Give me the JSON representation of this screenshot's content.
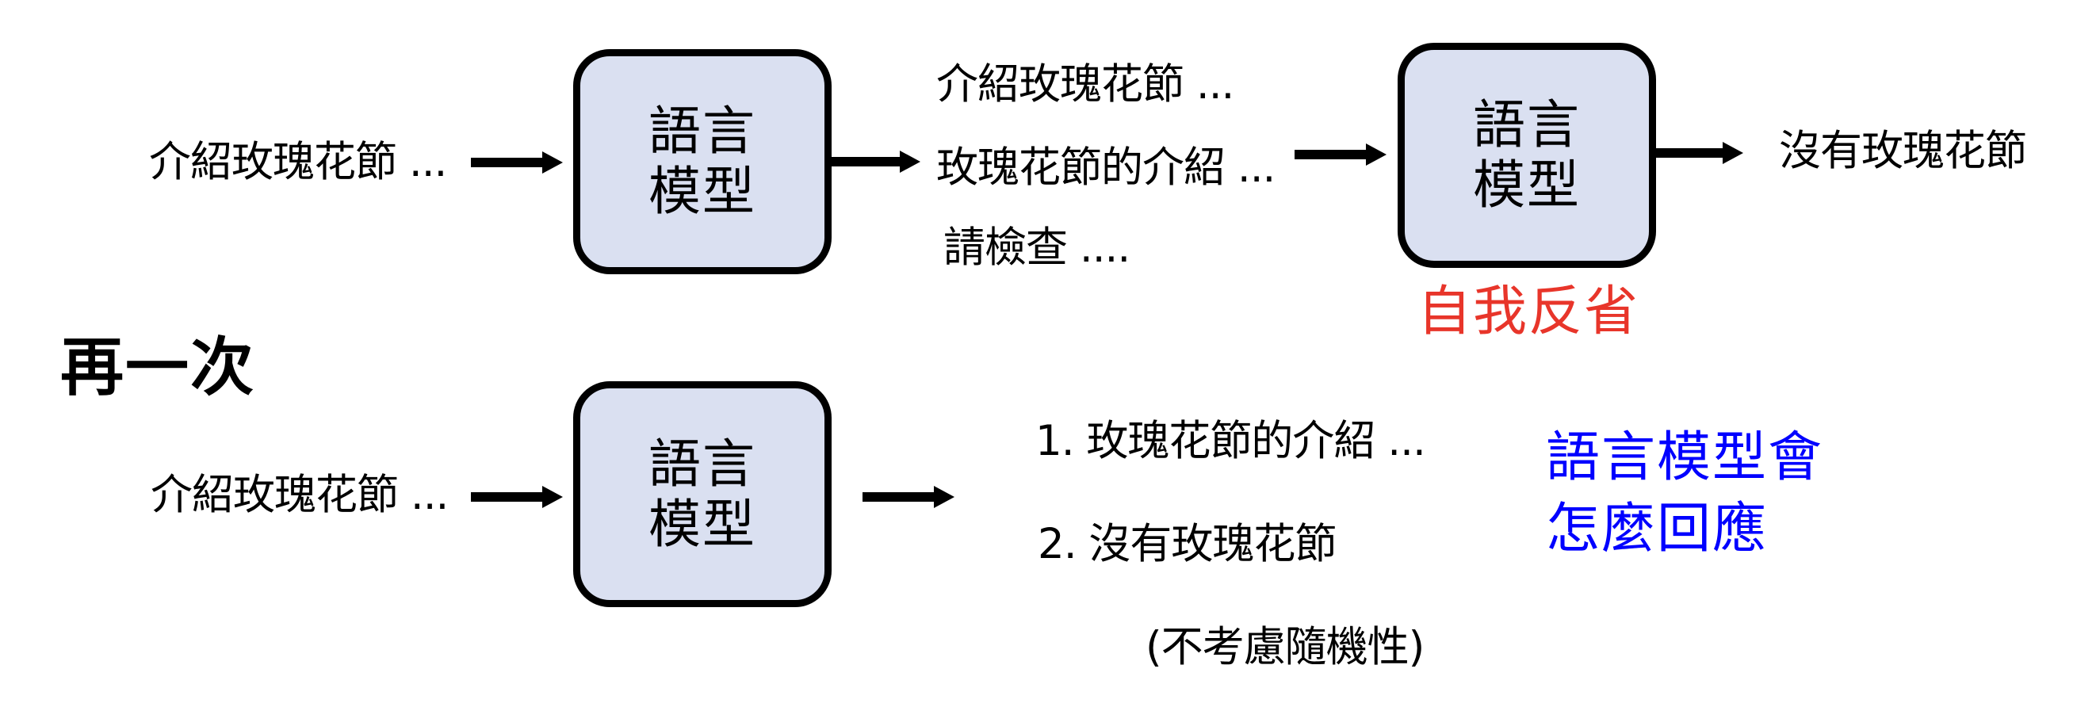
{
  "colors": {
    "box_fill": "#DAE0F1",
    "box_border": "#000000",
    "highlight_red": "#E8352A",
    "highlight_blue": "#0000FF",
    "text": "#000000"
  },
  "first_pass": {
    "input_text": "介紹玫瑰花節 ...",
    "model_box": {
      "line1": "語言",
      "line2": "模型"
    },
    "intermediate_outputs": [
      "介紹玫瑰花節 ...",
      "玫瑰花節的介紹 ...",
      "請檢查 ...."
    ],
    "reflection_model_box": {
      "line1": "語言",
      "line2": "模型"
    },
    "reflection_label": "自我反省",
    "final_output": "沒有玫瑰花節"
  },
  "second_pass": {
    "heading": "再一次",
    "input_text": "介紹玫瑰花節 ...",
    "model_box": {
      "line1": "語言",
      "line2": "模型"
    },
    "options": [
      "1. 玫瑰花節的介紹 ...",
      "2. 沒有玫瑰花節"
    ],
    "note": "(不考慮隨機性)",
    "question": {
      "line1": "語言模型會",
      "line2": "怎麼回應"
    }
  }
}
